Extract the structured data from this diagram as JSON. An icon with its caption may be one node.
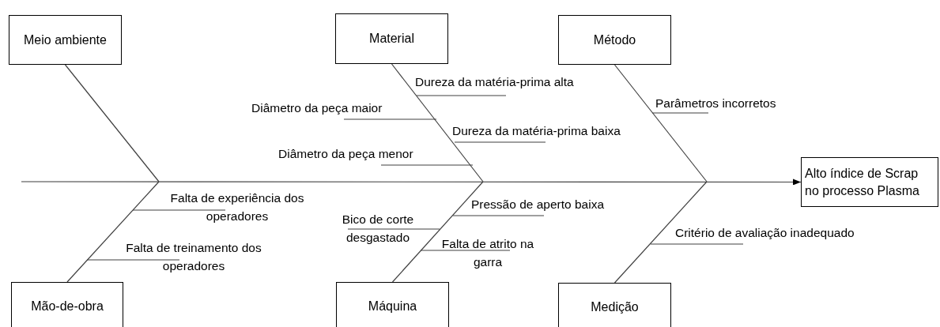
{
  "diagram": {
    "nodes": [
      {
        "text": [
          "Meio ambiente"
        ]
      },
      {
        "text": [
          "Material"
        ]
      },
      {
        "text": [
          "Método"
        ]
      },
      {
        "text": [
          "Alto índice de Scrap no processo Plasma"
        ]
      },
      {
        "text": [
          "Mão-de-obra"
        ]
      },
      {
        "text": [
          "Máquina"
        ]
      },
      {
        "text": [
          "Medição"
        ]
      }
    ],
    "edges": [
      {
        "from": 0,
        "to": null,
        "arrow": "none"
      },
      {
        "from": 1,
        "to": null,
        "arrow": "none"
      },
      {
        "from": 2,
        "to": null,
        "arrow": "none"
      },
      {
        "from": 4,
        "to": null,
        "arrow": "none"
      },
      {
        "from": 5,
        "to": null,
        "arrow": "none"
      },
      {
        "from": 6,
        "to": null,
        "arrow": "none"
      },
      {
        "from": null,
        "to": 3,
        "arrow": "to"
      }
    ],
    "labels": [
      "Dureza da matéria-prima alta",
      "Parâmetros incorretos",
      "Diâmetro da peça maior",
      "Dureza da matéria-prima baixa",
      "Diâmetro da peça menor",
      "Falta de experiência dos operadores",
      "Pressão de aperto baixa",
      "Bico de corte desgastado",
      "Critério de avaliação inadequado",
      "Falta de treinamento dos operadores",
      "Falta de atrito na garra"
    ]
  }
}
